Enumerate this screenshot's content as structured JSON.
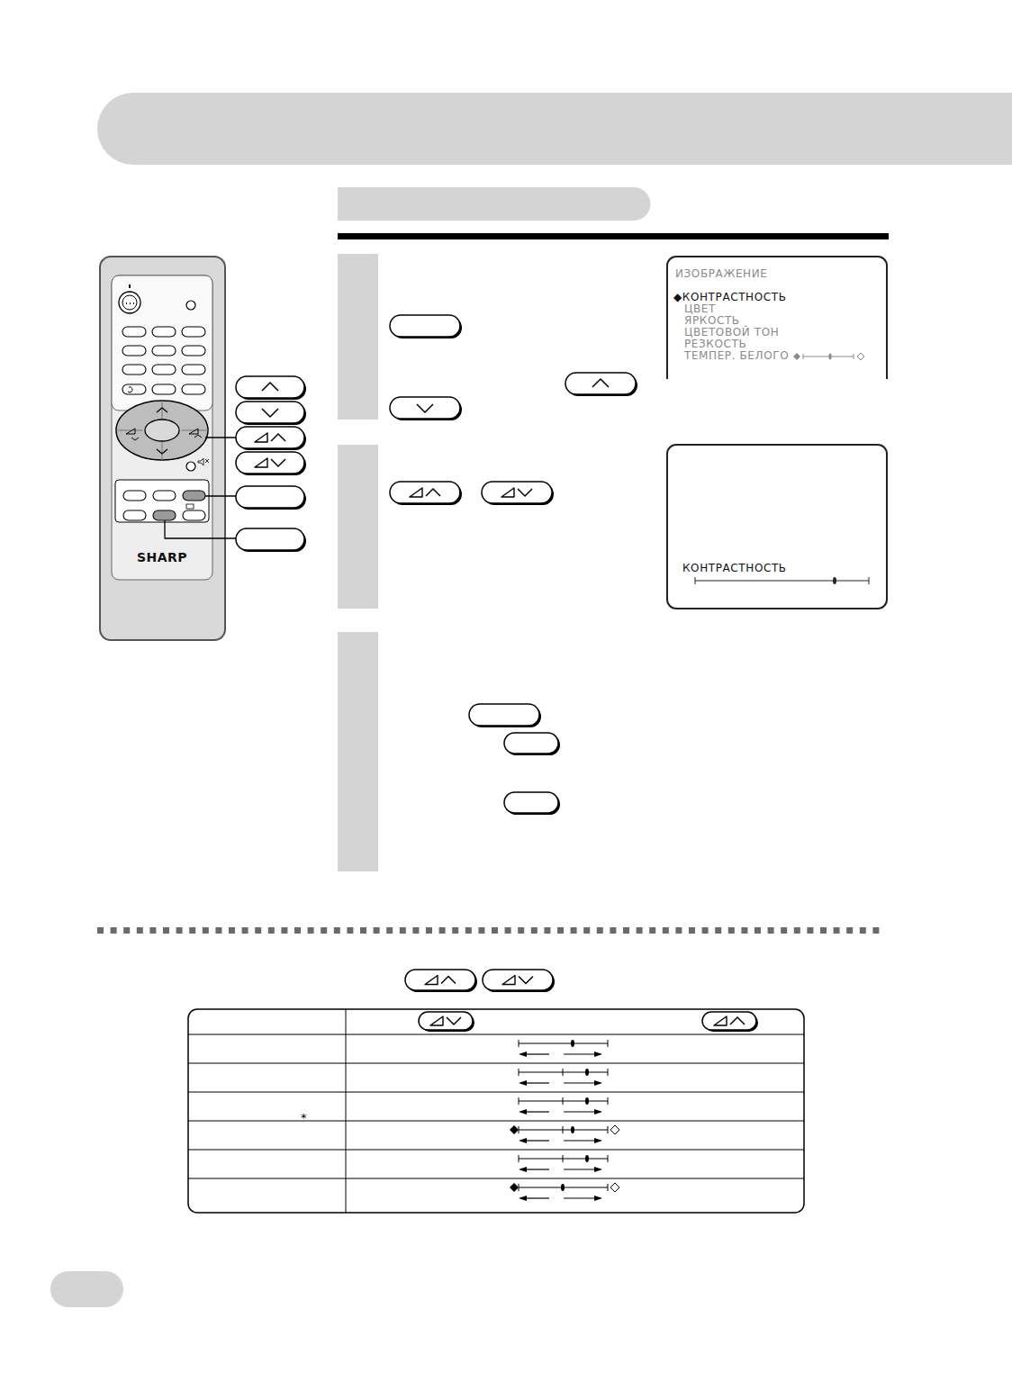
{
  "diagram": {
    "nodes": [
      {
        "text": [
          "ИЗОБРАЖЕНИЕ",
          "◆КОНТРАСТНОСТЬ",
          "ЦВЕТ",
          "ЯРКОСТЬ",
          "ЦВЕТОВОЙ ТОН",
          "РЕЗКОСТЬ",
          "ТЕМПЕР. БЕЛОГО"
        ]
      },
      {
        "text": [
          "КОНТРАСТНОСТЬ"
        ]
      }
    ],
    "labels": [
      "SHARP",
      "*"
    ]
  }
}
